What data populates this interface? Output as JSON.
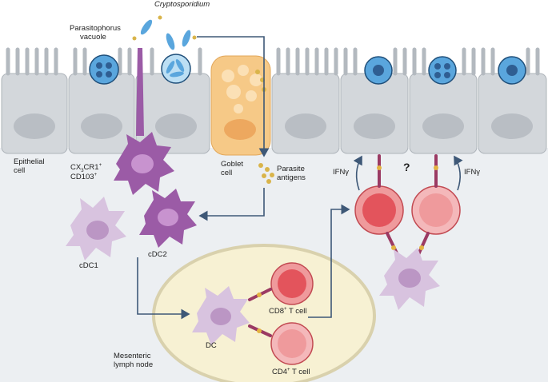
{
  "labels": {
    "cryptosporidium": "Cryptosporidium",
    "parasitophorus_line1": "Parasitophorus",
    "parasitophorus_line2": "vacuole",
    "epithelial_line1": "Epithelial",
    "epithelial_line2": "cell",
    "cx3cr1_pre": "CX",
    "cx3cr1_sub": "3",
    "cx3cr1_post": "CR1",
    "cx3cr1_sup": "+",
    "cd103": "CD103",
    "cd103_sup": "+",
    "goblet_line1": "Goblet",
    "goblet_line2": "cell",
    "parasite_antigens_line1": "Parasite",
    "parasite_antigens_line2": "antigens",
    "ifng_left": "IFNγ",
    "ifng_right": "IFNγ",
    "question": "?",
    "cdc1": "cDC1",
    "cdc2": "cDC2",
    "dc": "DC",
    "cd8_pre": "CD8",
    "cd8_sup": "+",
    "cd8_post": " T cell",
    "cd4_pre": "CD4",
    "cd4_sup": "+",
    "cd4_post": " T cell",
    "mesenteric_line1": "Mesenteric",
    "mesenteric_line2": "lymph node"
  },
  "colors": {
    "background_lumen": "#ffffff",
    "lamina": "#eceff2",
    "epithelial": "#d3d7db",
    "nucleus": "#b9bec4",
    "goblet": "#f6c987",
    "parasite_blue": "#5aa6dd",
    "dendritic_purple": "#9b5ba6",
    "dc_light": "#d8c3df",
    "tcell_red": "#e3545c",
    "tcell_pink": "#ef9a9c",
    "lymph_node": "#f7f1d3",
    "arrow": "#3e5877"
  }
}
